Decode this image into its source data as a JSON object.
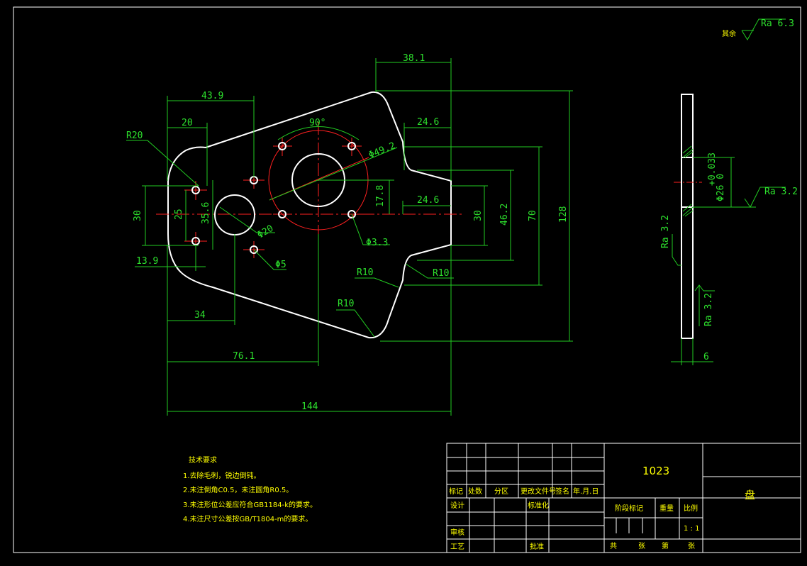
{
  "drawing": {
    "name": "盘",
    "code": "1023",
    "surface": {
      "other_label": "其余",
      "other_value": "Ra 6.3"
    },
    "side_view": {
      "tol": "+0.033",
      "dia": "Φ26 0",
      "ra_a": "Ra 3.2",
      "ra_b": "Ra 3.2",
      "ra_c": "Ra 3.2",
      "thick": "6"
    }
  },
  "dims": {
    "d38_1": "38.1",
    "d43_9": "43.9",
    "d20": "20",
    "r20": "R20",
    "ang90": "90°",
    "d49_2": "Φ49.2",
    "d24_6a": "24.6",
    "d24_6b": "24.6",
    "d17_8": "17.8",
    "d30l": "30",
    "d25": "25",
    "d35_6": "35.6",
    "d20dia": "Φ20",
    "d3_3": "Φ3.3",
    "d5": "Φ5",
    "d13_9": "13.9",
    "d30r": "30",
    "d46_2": "46.2",
    "d70": "70",
    "d128": "128",
    "r10a": "R10",
    "r10b": "R10",
    "r10c": "R10",
    "d34": "34",
    "d76_1": "76.1",
    "d144": "144"
  },
  "tech": {
    "title": "技术要求",
    "items": [
      "1.去除毛刺，锐边倒钝。",
      "2.未注倒角C0.5，未注圆角R0.5。",
      "3.未注形位公差应符合GB1184-k的要求。",
      "4.未注尺寸公差按GB/T1804-m的要求。"
    ]
  },
  "title_block": {
    "row_labels": [
      "标记",
      "处数",
      "分区",
      "更改文件号",
      "签名",
      "年.月.日"
    ],
    "design": "设计",
    "standard": "标准化",
    "review": "审核",
    "process": "工艺",
    "approve": "批准",
    "stage_mark": "阶段标记",
    "weight": "重量",
    "scale": "比例",
    "scale_value": "1 : 1",
    "total": "共",
    "sheet": "张",
    "page": "第",
    "sheet2": "张"
  }
}
